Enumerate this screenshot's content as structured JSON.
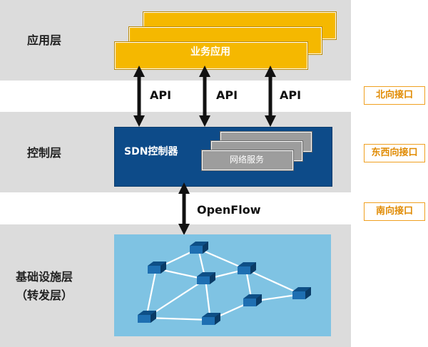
{
  "layers": {
    "application": "应用层",
    "control": "控制层",
    "infrastructure_line1": "基础设施层",
    "infrastructure_line2": "（转发层）"
  },
  "application": {
    "box_label": "业务应用"
  },
  "control": {
    "controller_label": "SDN控制器",
    "service_label": "网络服务"
  },
  "arrows": {
    "api_label": "API",
    "openflow_label": "OpenFlow"
  },
  "interfaces": {
    "northbound": "北向接口",
    "east_west": "东西向接口",
    "southbound": "南向接口"
  },
  "colors": {
    "band": "#dcdcdc",
    "application": "#f5b800",
    "controller": "#0d4b89",
    "service": "#9d9d9d",
    "network_panel": "#7fc3e3",
    "interface_border": "#f0a020"
  }
}
